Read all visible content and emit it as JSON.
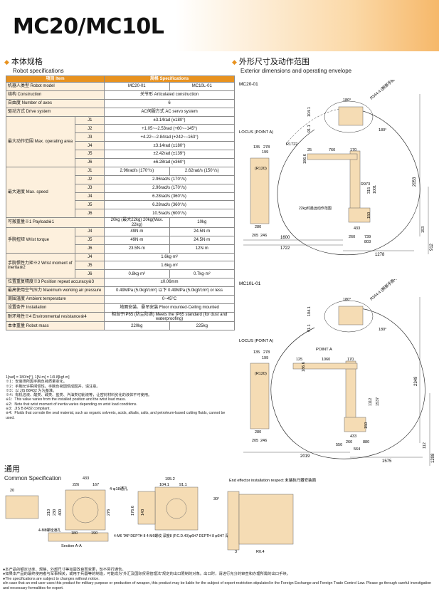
{
  "title": "MC20/MC10L",
  "spec_section": {
    "zh": "本体规格",
    "en": "Robot specifications"
  },
  "dim_section": {
    "zh": "外形尺寸及动作范围",
    "en": "Exterior dimensions and operating envelope"
  },
  "table_header": {
    "item": "项目 Item",
    "spec": "规格 Specifications"
  },
  "rows": {
    "model": {
      "label": "机器人类型 Robot model",
      "a": "MC20-01",
      "b": "MC10L-01"
    },
    "construction": {
      "label": "结构 Construction",
      "v": "关节形 Articulated construction"
    },
    "axes": {
      "label": "自由度 Number of axes",
      "v": "6"
    },
    "drive": {
      "label": "驱动方式 Drive system",
      "v": "AC伺服方式 AC servo system"
    },
    "range_label": "最大动作范围 Max. operating area",
    "range": [
      {
        "j": "J1",
        "v": "±3.14rad (±180°)"
      },
      {
        "j": "J2",
        "v": "+1.05~−2.53rad (+60~−145°)"
      },
      {
        "j": "J3",
        "v": "+4.22~−2.84rad (+242~−163°)"
      },
      {
        "j": "J4",
        "v": "±3.14rad (±180°)"
      },
      {
        "j": "J5",
        "v": "±2.42rad (±139°)"
      },
      {
        "j": "J6",
        "v": "±6.28rad (±360°)"
      }
    ],
    "speed_label": "最大速度 Max. speed",
    "speed": [
      {
        "j": "J1",
        "a": "2.96rad/s (170°/s)",
        "b": "2.62rad/s (150°/s)"
      },
      {
        "j": "J2",
        "v": "2.96rad/s (170°/s)"
      },
      {
        "j": "J3",
        "v": "2.96rad/s (170°/s)"
      },
      {
        "j": "J4",
        "v": "6.28rad/s (360°/s)"
      },
      {
        "j": "J5",
        "v": "6.28rad/s (360°/s)"
      },
      {
        "j": "J6",
        "v": "10.5rad/s (600°/s)"
      }
    ],
    "payload": {
      "label": "可搬重量※1 Payload※1",
      "a": "20kg (最大22kg) 20kg(Max. 22kg)",
      "b": "10kg"
    },
    "torque_label": "手腕扭矩 Wrist torque",
    "torque": [
      {
        "j": "J4",
        "a": "49N·m",
        "b": "24.5N·m"
      },
      {
        "j": "J5",
        "a": "49N·m",
        "b": "24.5N·m"
      },
      {
        "j": "J6",
        "a": "23.5N·m",
        "b": "12N·m"
      }
    ],
    "inertia_label": "手腕惯性力矩※2 Wrist moment of inertia※2",
    "inertia": [
      {
        "j": "J4",
        "v": "1.6kg·m²"
      },
      {
        "j": "J5",
        "v": "1.6kg·m²"
      },
      {
        "j": "J6",
        "a": "0.8kg·m²",
        "b": "0.7kg·m²"
      }
    ],
    "repeat": {
      "label": "位置重复精度※3 Position repeat accuracy※3",
      "v": "±0.06mm"
    },
    "air": {
      "label": "最高使用空气压力 Maximum working air pressure",
      "v": "0.49MPa (5.0kgf/cm²) 以下 0.49MPa (5.0kgf/cm²) or less"
    },
    "temp": {
      "label": "周围温度 Ambient temperature",
      "v": "0~45°C"
    },
    "install": {
      "label": "设置条件 Installation",
      "v": "地面安装、悬吊安装 Floor mounted·Ceiling mounted"
    },
    "env": {
      "label": "耐环境性※4 Environmental resistance※4",
      "v": "相当于IP65 (防尘防滴) Meets the IP65 standard (for dust and waterproofing)"
    },
    "mass": {
      "label": "本体重量 Robot mass",
      "a": "220kg",
      "b": "225kg"
    }
  },
  "notes": [
    "1[rad] = 180/π[°], 1[N·m] = 1/9.8[kgf·m]",
    "※1：安装场所因手腕负荷质量变化。",
    "※2：手腕允许瞬间惯性。手腕负荷因惯成因并，请注意。",
    "※3：以 JIS B8432 为为基准。",
    "※4：有机溶液、酸类、碱类、盐类、汽油类切削液等，让密封材料劣化的液体不可使用。",
    "※1：This value varies from the installed position and the wrist load mass.",
    "※2：Note that wrist moment of inertia varies depending on wrist load conditions.",
    "※3：JIS B 8432 compliant.",
    "※4：Fluids that corrode the seal material, such as organic solvents, acids, alkalis, salts, and petroleum-based cutting fluids, cannot be used."
  ],
  "common": {
    "zh": "通用",
    "en": "Common Specification"
  },
  "diagram_labels": {
    "mc20": "MC20-01",
    "mc10": "MC10L-01",
    "locus": "LOCUS (POINT A)",
    "point_a": "POINT A",
    "r344": "R344.4 (腕部手腕中心)",
    "r1722": "R1722",
    "r120": "(R120)",
    "r973": "R973",
    "range_note": "22kg时最远动作范围",
    "end_effector": "End effector installation respect 末端执行器安装面",
    "tap1": "4-M6 TAP DEPTH 8 4-M6螺纹 深度8 (P.C.D.40)",
    "pin": "φ6H7 DEPTH 8 φ6H7 深度8 (P.C.D.40)",
    "section": "Section A-A",
    "bolt": "4-M8螺栓通孔",
    "bolt2": "4-φ18通孔"
  },
  "mc20_dims": [
    "1600",
    "1722",
    "1278",
    "2053",
    "912",
    "739",
    "803",
    "433",
    "150",
    "260",
    "280",
    "205",
    "246",
    "199",
    "135",
    "278",
    "25",
    "760",
    "170",
    "104.1",
    "91.1",
    "180°",
    "180°",
    "186.6",
    "315",
    "1001",
    "153"
  ],
  "mc10_dims": [
    "2019",
    "1575",
    "1208",
    "2349",
    "564",
    "550",
    "880",
    "433",
    "150",
    "260",
    "280",
    "205",
    "246",
    "199",
    "135",
    "278",
    "125",
    "1060",
    "170",
    "104.1",
    "91.1",
    "180°",
    "180°",
    "186.6",
    "1112",
    "1537",
    "112"
  ],
  "common_dims": [
    "433",
    "226",
    "167",
    "195.2",
    "104.1",
    "91.1",
    "180",
    "190",
    "20",
    "210",
    "230",
    "400",
    "276",
    "176.6",
    "143",
    "3",
    "R0.4",
    "30°"
  ],
  "footer": [
    "●本产品的额定功率、规格、外部尺寸等如需改良而变更，恕不另行通告。",
    "●如果本产品的最终使用者与军事相关，或用于兵器等的制造，可能成为“外汇及国际贸易管理法”规定的出口限制的对象。出口时，请进行充分的审查和办理所需的出口手续。",
    "●The specifications are subject to changes without notice.",
    "●In case that an end user uses this product for military purpose or production of weapon, this product may be liable for the subject of export restriction stipulated in the Foreign Exchange and Foreign Trade Control Law. Please go through careful investigation and necessary formalities for export."
  ]
}
